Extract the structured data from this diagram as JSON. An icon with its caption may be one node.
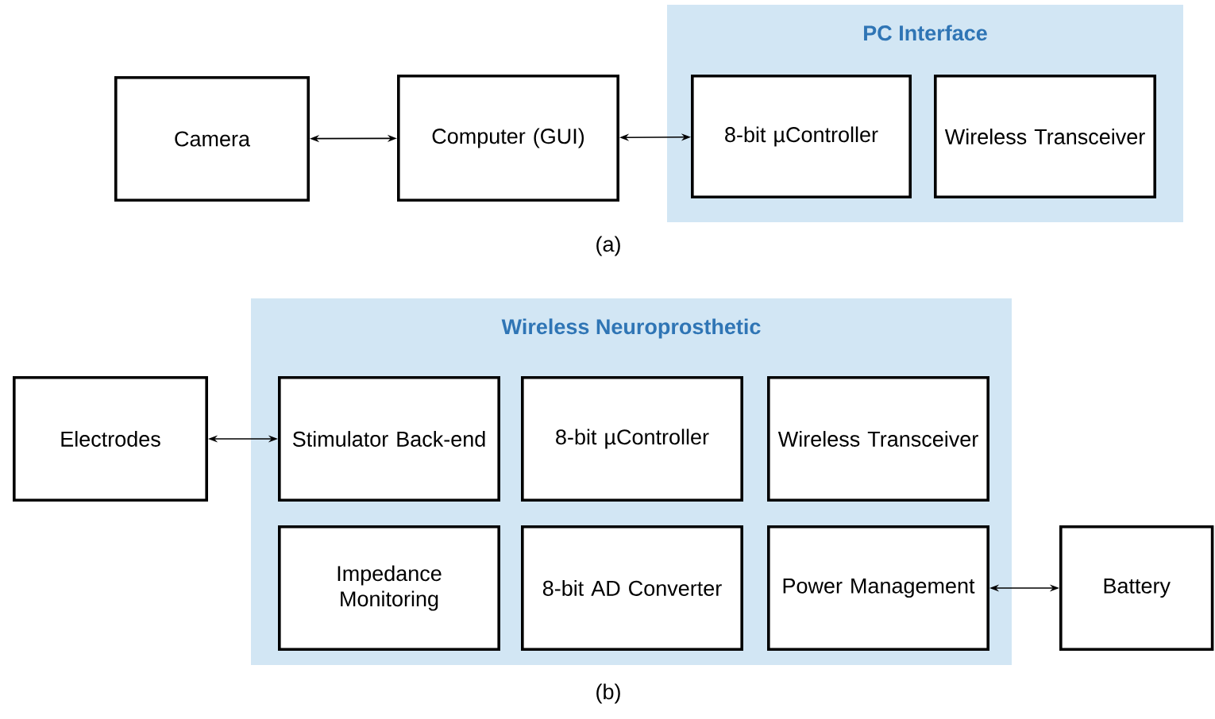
{
  "diagram": {
    "nodes": [
      {
        "text": [
          "Camera"
        ]
      },
      {
        "text": [
          "Computer (GUI)"
        ]
      },
      {
        "text": [
          "PC Interface"
        ]
      },
      {
        "text": [
          "8-bit µController"
        ],
        "in": 2
      },
      {
        "text": [
          "Wireless Transceiver"
        ],
        "in": 2
      },
      {
        "text": [
          "Electrodes"
        ]
      },
      {
        "text": [
          "Wireless Neuroprosthetic"
        ]
      },
      {
        "text": [
          "Stimulator Back-end"
        ],
        "in": 6
      },
      {
        "text": [
          "8-bit µController"
        ],
        "in": 6
      },
      {
        "text": [
          "Wireless Transceiver"
        ],
        "in": 6
      },
      {
        "text": [
          "Impedance Monitoring"
        ],
        "in": 6
      },
      {
        "text": [
          "8-bit AD Converter"
        ],
        "in": 6
      },
      {
        "text": [
          "Power Management"
        ],
        "in": 6
      },
      {
        "text": [
          "Battery"
        ]
      }
    ],
    "edges": [
      {
        "from": 0,
        "to": 1,
        "arrow": "both"
      },
      {
        "from": 1,
        "to": 3,
        "arrow": "both"
      },
      {
        "from": 5,
        "to": 7,
        "arrow": "both"
      },
      {
        "from": 12,
        "to": 13,
        "arrow": "both"
      }
    ],
    "labels": [
      "(a)",
      "(b)"
    ]
  }
}
